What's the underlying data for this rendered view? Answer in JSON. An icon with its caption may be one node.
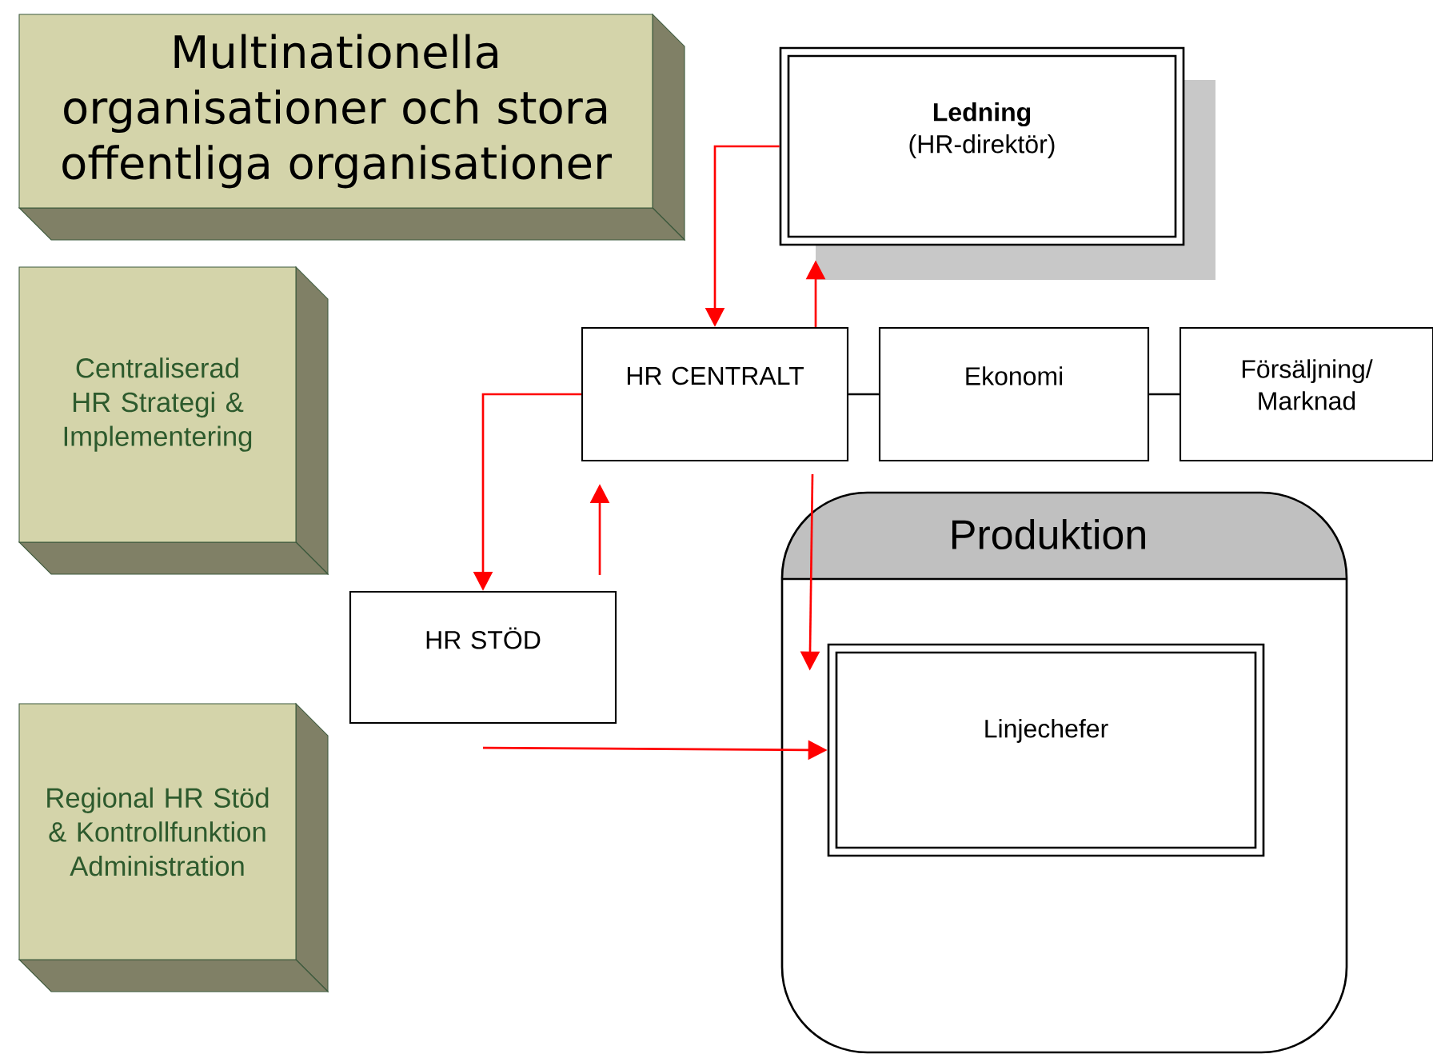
{
  "diagram": {
    "nodes": [
      {
        "text": [
          "Multinationella organisationer och stora offentliga organisationer"
        ]
      },
      {
        "text": [
          "Ledning",
          "(HR-direktör)"
        ]
      },
      {
        "text": [
          "Centraliserad HR Strategi & Implementering"
        ]
      },
      {
        "text": [
          "HR CENTRALT"
        ]
      },
      {
        "text": [
          "Ekonomi"
        ]
      },
      {
        "text": [
          "Försäljning/ Marknad"
        ]
      },
      {
        "text": [
          "Produktion"
        ]
      },
      {
        "text": [
          "HR STÖD"
        ]
      },
      {
        "text": [
          "Linjechefer"
        ],
        "in": 6
      },
      {
        "text": [
          "Regional HR Stöd & Kontrollfunktion Administration"
        ]
      }
    ],
    "edges": [
      {
        "from": 1,
        "to": 3,
        "arrow": "to"
      },
      {
        "from": 3,
        "to": 1,
        "arrow": "to"
      },
      {
        "from": 3,
        "to": 7,
        "arrow": "to"
      },
      {
        "from": 7,
        "to": 3,
        "arrow": "to"
      },
      {
        "from": 3,
        "to": 8,
        "arrow": "to"
      },
      {
        "from": 7,
        "to": 8,
        "arrow": "to"
      },
      {
        "from": 3,
        "to": 4,
        "arrow": "none",
        "color": "#000000"
      },
      {
        "from": 4,
        "to": 5,
        "arrow": "none",
        "color": "#000000"
      }
    ]
  }
}
